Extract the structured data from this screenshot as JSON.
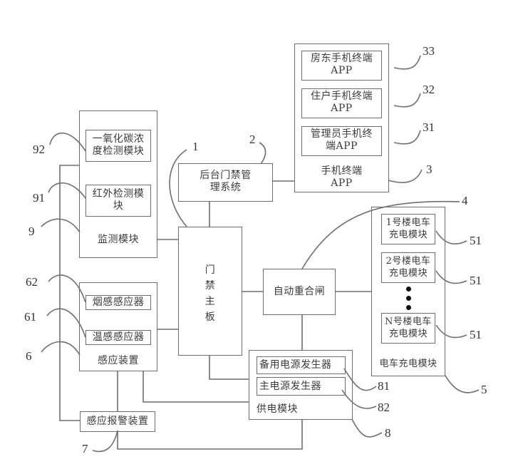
{
  "diagram": {
    "type": "system block diagram",
    "nodes": {
      "door_main_board": {
        "label": "门\n禁\n主\n板",
        "ref": "1"
      },
      "backend_system": {
        "label": "后台门禁管理系统",
        "line1": "后台门禁管",
        "line2": "理系统",
        "ref": "2"
      },
      "mobile_app": {
        "label_line1": "手机终端",
        "label_line2": "APP",
        "ref": "3",
        "children": [
          {
            "line1": "房东手机终端",
            "line2": "APP",
            "ref": "33"
          },
          {
            "line1": "住户手机终端",
            "line2": "APP",
            "ref": "32"
          },
          {
            "line1": "管理员手机终",
            "line2": "端APP",
            "ref": "31"
          }
        ]
      },
      "auto_recloser": {
        "label": "自动重合闸",
        "ref": "4"
      },
      "ev_charging": {
        "label": "电车充电模块",
        "ref": "5",
        "children": [
          {
            "line1": "1号楼电车",
            "line2": "充电模块",
            "ref": "51"
          },
          {
            "line1": "2号楼电车",
            "line2": "充电模块",
            "ref": "51"
          },
          {
            "line1": "N号楼电车",
            "line2": "充电模块",
            "ref": "51"
          }
        ]
      },
      "sensing_device": {
        "label": "感应装置",
        "ref": "6",
        "children": [
          {
            "label": "烟感感应器",
            "ref": "62"
          },
          {
            "label": "温感感应器",
            "ref": "61"
          }
        ]
      },
      "alarm_device": {
        "label": "感应报警装置",
        "ref": "7"
      },
      "power_module": {
        "label": "供电模块",
        "ref": "8",
        "children": [
          {
            "label": "备用电源发生器",
            "ref": "81"
          },
          {
            "label": "主电源发生器",
            "ref": "82"
          }
        ]
      },
      "monitor_module": {
        "label": "监测模块",
        "ref": "9",
        "children": [
          {
            "line1": "一氧化碳浓",
            "line2": "度检测模块",
            "ref": "92"
          },
          {
            "line1": "红外检测模",
            "line2": "块",
            "ref": "91"
          }
        ]
      }
    },
    "edges": [
      [
        "door_main_board",
        "backend_system"
      ],
      [
        "backend_system",
        "mobile_app"
      ],
      [
        "door_main_board",
        "monitor_module"
      ],
      [
        "door_main_board",
        "sensing_device"
      ],
      [
        "door_main_board",
        "auto_recloser"
      ],
      [
        "auto_recloser",
        "ev_charging"
      ],
      [
        "auto_recloser",
        "power_module"
      ],
      [
        "door_main_board",
        "power_module"
      ],
      [
        "sensing_device",
        "alarm_device"
      ],
      [
        "sensing_device",
        "power_module"
      ],
      [
        "monitor_module",
        "alarm_device"
      ],
      [
        "alarm_device",
        "power_module"
      ]
    ]
  }
}
